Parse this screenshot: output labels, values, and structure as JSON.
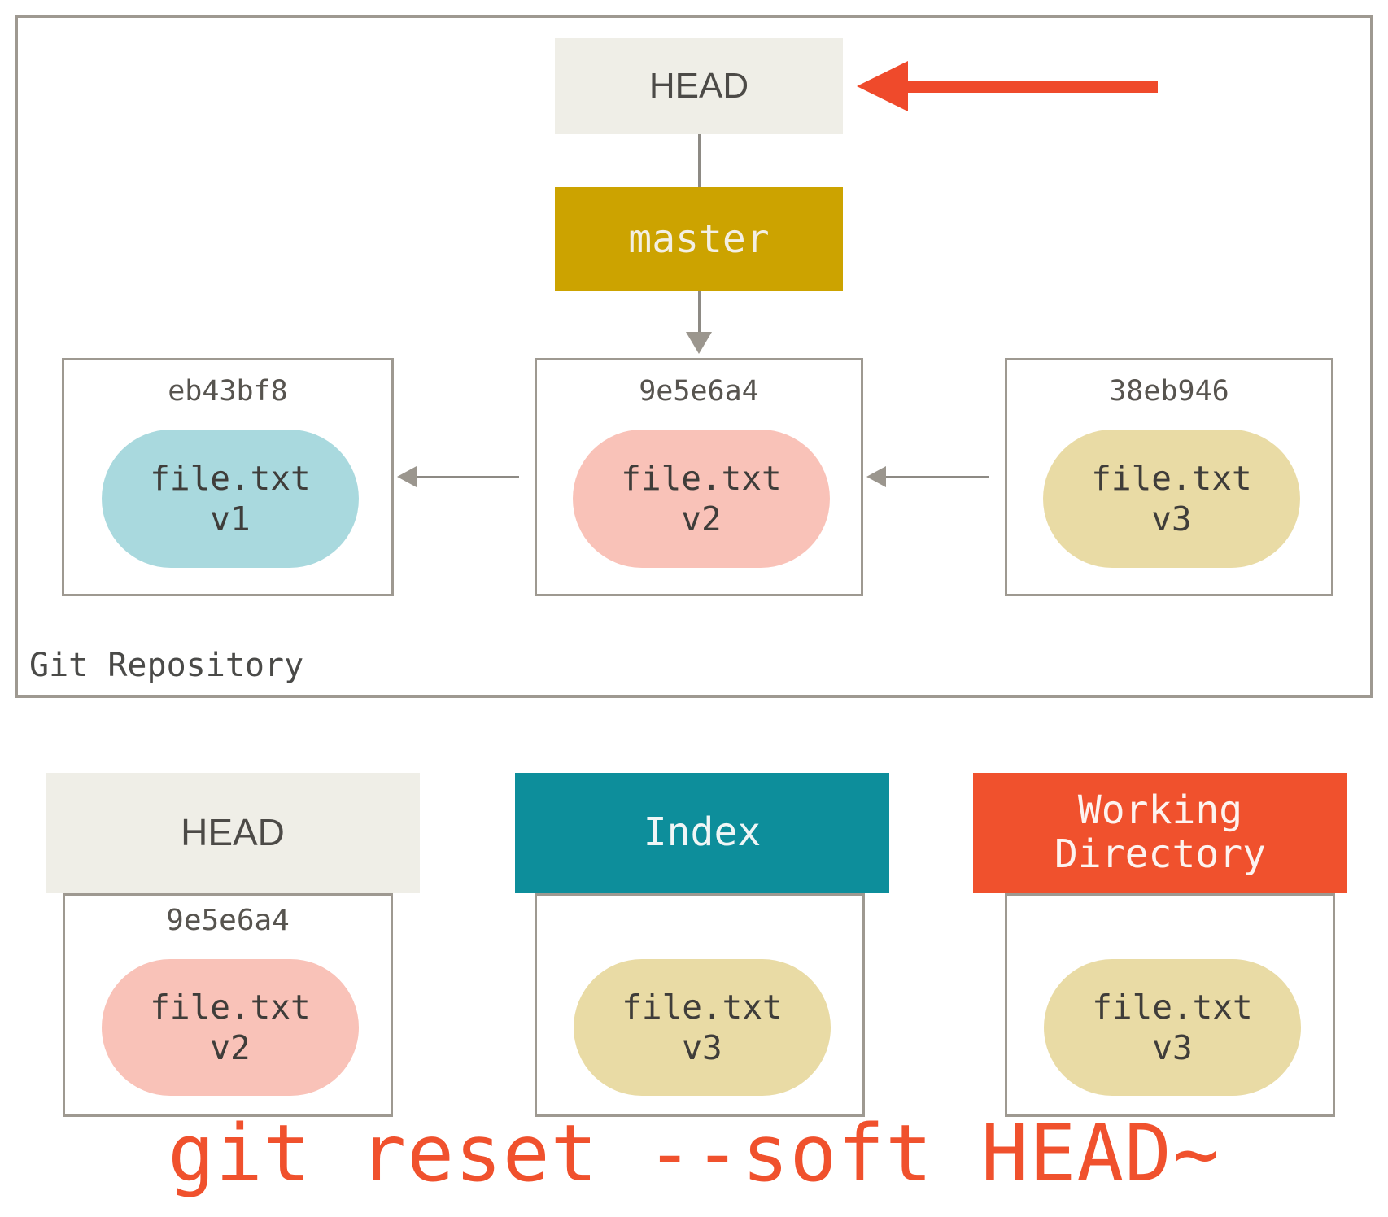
{
  "diagram": {
    "title_label": "Git Repository",
    "caption": "git reset --soft HEAD~",
    "colors": {
      "repo_border": "#9e9991",
      "head_box": "#efeee7",
      "branch_box": "#cca300",
      "index_box": "#0d8e9b",
      "working_dir_box": "#f0512d",
      "red_arrow": "#ef4a2b",
      "blob_v1": "#a9d9de",
      "blob_v2": "#f9c2b8",
      "blob_v3": "#e9dba5",
      "connector": "#8d8a84",
      "text_dark": "#3f3d3a"
    }
  },
  "repository": {
    "head_pointer": {
      "label": "HEAD"
    },
    "branch": {
      "label": "master"
    },
    "commits": [
      {
        "hash": "eb43bf8",
        "file": "file.txt",
        "version": "v1",
        "blob_label": "file.txt\nv1"
      },
      {
        "hash": "9e5e6a4",
        "file": "file.txt",
        "version": "v2",
        "blob_label": "file.txt\nv2"
      },
      {
        "hash": "38eb946",
        "file": "file.txt",
        "version": "v3",
        "blob_label": "file.txt\nv3"
      }
    ]
  },
  "trees": [
    {
      "header": "HEAD",
      "header_style": "head",
      "hash": "9e5e6a4",
      "blob_label": "file.txt\nv2",
      "file": "file.txt",
      "version": "v2"
    },
    {
      "header": "Index",
      "header_style": "index",
      "hash": "",
      "blob_label": "file.txt\nv3",
      "file": "file.txt",
      "version": "v3"
    },
    {
      "header": "Working\nDirectory",
      "header_style": "working",
      "hash": "",
      "blob_label": "file.txt\nv3",
      "file": "file.txt",
      "version": "v3"
    }
  ]
}
